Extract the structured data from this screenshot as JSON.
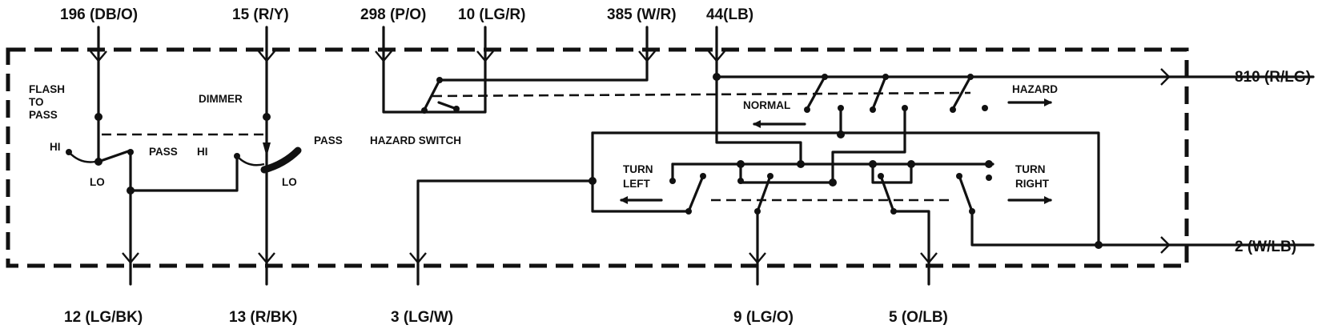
{
  "wires": {
    "w196": "196 (DB/O)",
    "w15": "15 (R/Y)",
    "w298": "298 (P/O)",
    "w10": "10 (LG/R)",
    "w385": "385 (W/R)",
    "w44": "44(LB)",
    "w810": "810 (R/LG)",
    "w2": "2 (W/LB)",
    "w12": "12 (LG/BK)",
    "w13": "13 (R/BK)",
    "w3": "3 (LG/W)",
    "w9": "9 (LG/O)",
    "w5": "5 (O/LB)"
  },
  "labels": {
    "flash1": "FLASH",
    "flash2": "TO",
    "flash3": "PASS",
    "hi_left": "HI",
    "lo_left": "LO",
    "pass_hi_pass": "PASS",
    "pass_hi_hi": "HI",
    "dimmer": "DIMMER",
    "pass_right": "PASS",
    "lo_right": "LO",
    "hazard_switch": "HAZARD SWITCH",
    "normal": "NORMAL",
    "hazard": "HAZARD",
    "turn_left1": "TURN",
    "turn_left2": "LEFT",
    "turn_right1": "TURN",
    "turn_right2": "RIGHT"
  }
}
